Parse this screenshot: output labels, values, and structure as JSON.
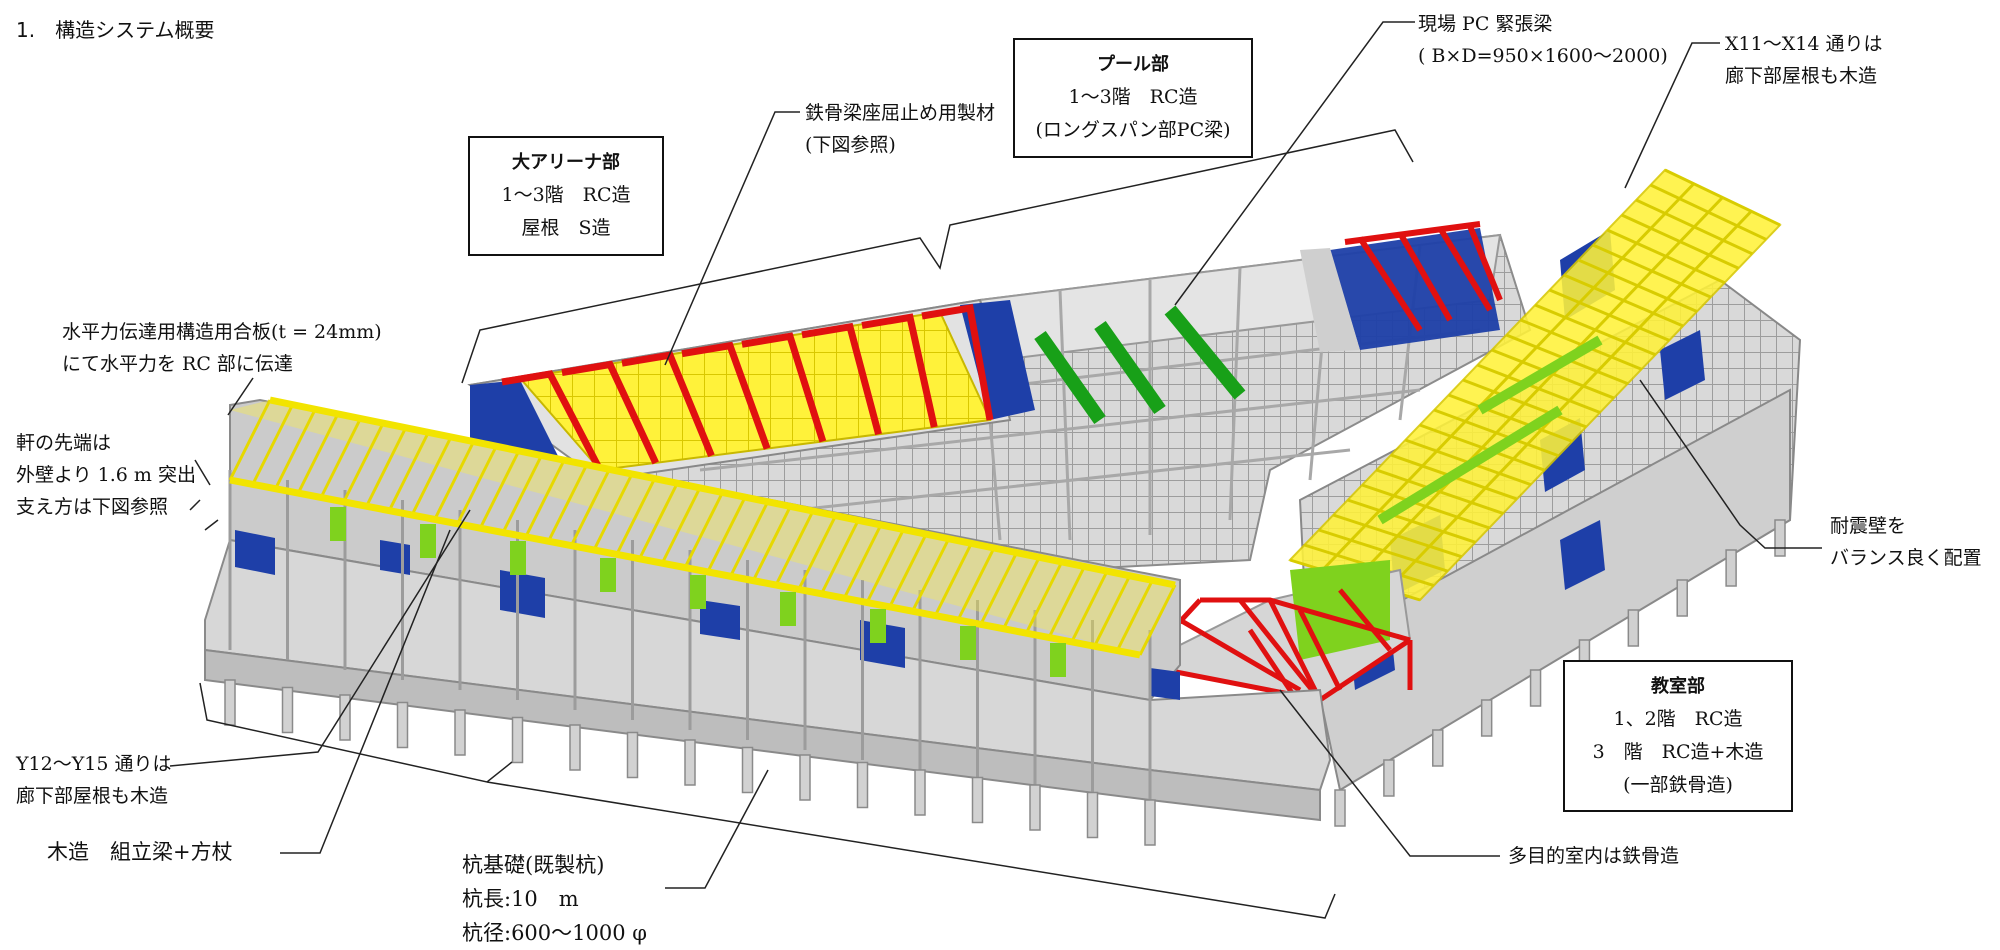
{
  "section_title": "1.　構造システム概要",
  "boxes": {
    "arena": {
      "title": "大アリーナ部",
      "line1": "1〜3階　RC造",
      "line2": "屋根　S造"
    },
    "pool": {
      "title": "プール部",
      "line1": "1〜3階　RC造",
      "line2": "(ロングスパン部PC梁)"
    },
    "classroom": {
      "title": "教室部",
      "line1": "1、2階　RC造",
      "line2": "3　階　RC造+木造",
      "line3": "(一部鉄骨造)"
    }
  },
  "labels": {
    "steel_brace": {
      "line1": "鉄骨梁座屈止め用製材",
      "line2": "(下図参照)"
    },
    "pc_beam": {
      "line1": "現場 PC 緊張梁",
      "line2": "( B×D=950×1600〜2000)"
    },
    "x_axis_wood": {
      "line1": "X11〜X14 通りは",
      "line2": "廊下部屋根も木造"
    },
    "plywood": {
      "line1": "水平力伝達用構造用合板(t = 24mm)",
      "line2": "にて水平力を RC 部に伝達"
    },
    "eaves": {
      "line1": "軒の先端は",
      "line2": "外壁より 1.6 m 突出",
      "line3": "支え方は下図参照"
    },
    "shear_wall": {
      "line1": "耐震壁を",
      "line2": "バランス良く配置"
    },
    "y_axis_wood": {
      "line1": "Y12〜Y15 通りは",
      "line2": "廊下部屋根も木造"
    },
    "wood_beam": {
      "line1": "木造　組立梁+方杖"
    },
    "pile": {
      "line1": "杭基礎(既製杭)",
      "line2": "杭長:10　m",
      "line3": "杭径:600〜1000 φ"
    },
    "multipurpose": {
      "line1": "多目的室内は鉄骨造"
    }
  },
  "colors": {
    "concrete": "#d4d4d4",
    "concrete_dark": "#a9a9a9",
    "shear_wall": "#1e3fa8",
    "steel": "#e01010",
    "roof_panel": "#fff23a",
    "wood": "#f2e400",
    "pc_beam": "#18a018",
    "plywood_green": "#7fd21e",
    "leader": "#222222"
  }
}
